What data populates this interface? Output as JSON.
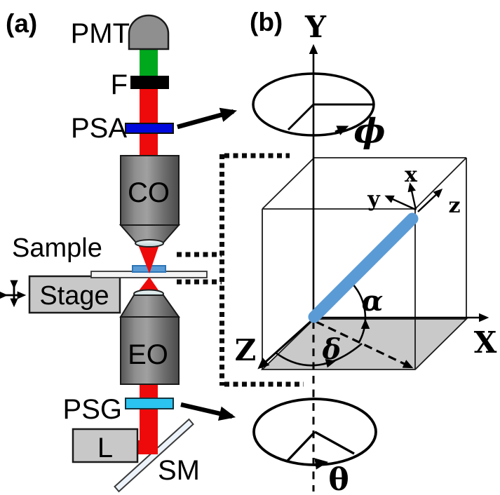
{
  "figure": {
    "panel_a_label": "(a)",
    "panel_b_label": "(b)"
  },
  "panel_a": {
    "labels": {
      "pmt": "PMT",
      "filter": "F",
      "psa": "PSA",
      "co": "CO",
      "sample": "Sample",
      "stage": "Stage",
      "eo": "EO",
      "psg": "PSG",
      "laser": "L",
      "sm": "SM"
    }
  },
  "panel_b": {
    "axis_labels": {
      "Y": "Y",
      "X": "X",
      "Z": "Z"
    },
    "local_axis_labels": {
      "x": "x",
      "y": "y",
      "z": "z"
    },
    "angle_labels": {
      "phi": "ϕ",
      "theta": "θ",
      "alpha": "α",
      "delta": "δ"
    }
  },
  "colors": {
    "beam_red": "#EE0A0A",
    "beam_green": "#00A81E",
    "filter_black": "#000000",
    "psa_blue": "#0008DC",
    "psg_cyan": "#2BC4F0",
    "sample_blue": "#5B9BD5",
    "rod_blue": "#5B9BD5",
    "box_gray": "#C8C8C8",
    "plane_gray": "#C9C9C9",
    "mirror_white": "#ECF3FA"
  }
}
